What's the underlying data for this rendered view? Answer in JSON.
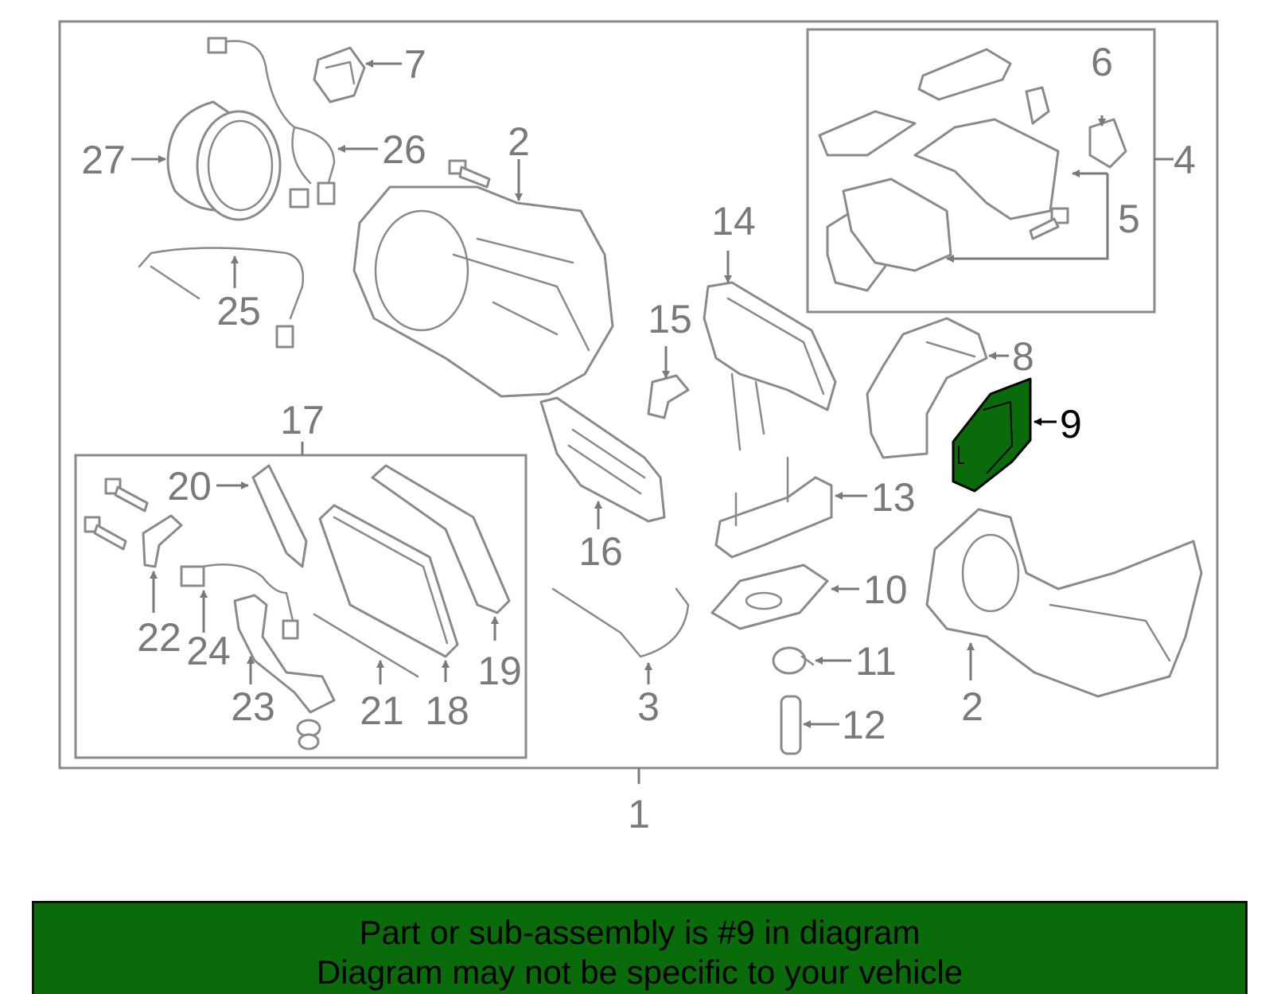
{
  "diagram": {
    "highlighted_part": "9",
    "highlight_color": "#0a6b0a",
    "labels": {
      "l1": "1",
      "l2a": "2",
      "l2b": "2",
      "l3": "3",
      "l4": "4",
      "l5": "5",
      "l6": "6",
      "l7": "7",
      "l8": "8",
      "l9": "9",
      "l10": "10",
      "l11": "11",
      "l12": "12",
      "l13": "13",
      "l14": "14",
      "l15": "15",
      "l16": "16",
      "l17": "17",
      "l18": "18",
      "l19": "19",
      "l20": "20",
      "l21": "21",
      "l22": "22",
      "l23": "23",
      "l24": "24",
      "l25": "25",
      "l26": "26",
      "l27": "27"
    }
  },
  "banner": {
    "background": "#0a6b0a",
    "line1": "Part or sub-assembly is #9 in diagram",
    "line2": "Diagram may not be specific to your vehicle"
  }
}
